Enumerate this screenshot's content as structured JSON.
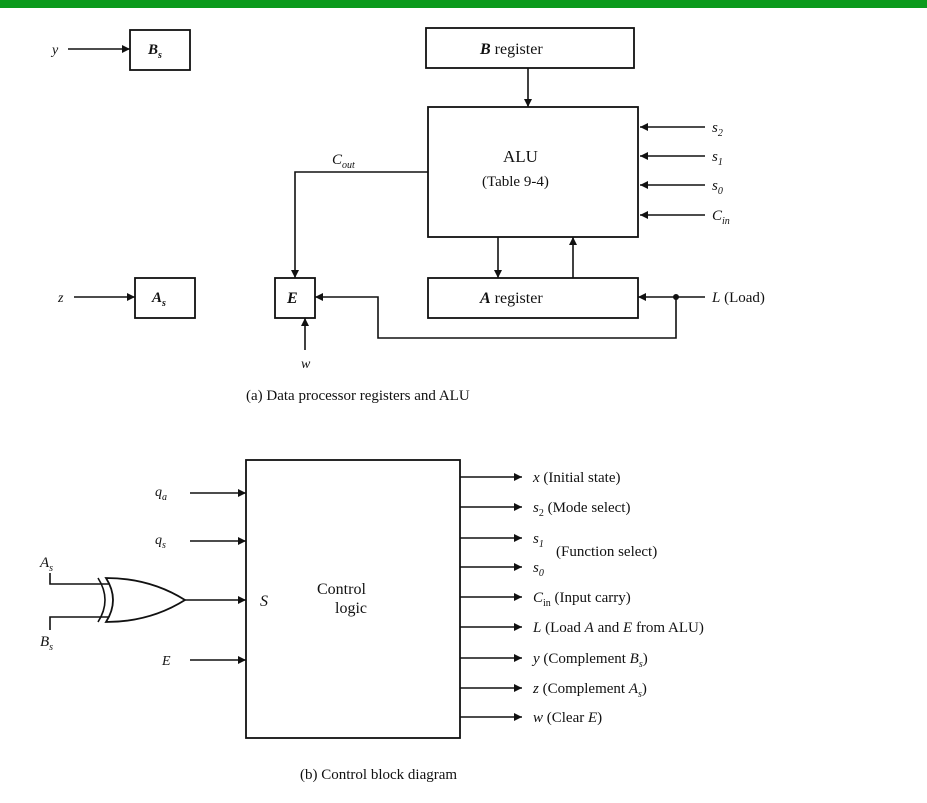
{
  "diagram_a": {
    "y_label": "y",
    "bs_label": "B",
    "bs_sub": "s",
    "b_register": {
      "var": "B",
      "text": " register"
    },
    "alu_title": "ALU",
    "alu_table": "(Table 9-4)",
    "s2": "s",
    "s2_sub": "2",
    "s1": "s",
    "s1_sub": "1",
    "s0": "s",
    "s0_sub": "0",
    "cin": "C",
    "cin_sub": "in",
    "cout": "C",
    "cout_sub": "out",
    "z_label": "z",
    "as_label": "A",
    "as_sub": "s",
    "e_label": "E",
    "w_label": "w",
    "a_register": {
      "var": "A",
      "text": " register"
    },
    "load_var": "L",
    "load_text": " (Load)",
    "caption": "(a) Data processor registers and ALU"
  },
  "diagram_b": {
    "qa": "q",
    "qa_sub": "a",
    "qs": "q",
    "qs_sub": "s",
    "as": "A",
    "as_sub": "s",
    "bs": "B",
    "bs_sub": "s",
    "e_input": "E",
    "s_input": "S",
    "control_line1": "Control",
    "control_line2": "logic",
    "outputs": {
      "x_var": "x",
      "x_text": " (Initial state)",
      "s2_var": "s",
      "s2_sub": "2",
      "s2_text": " (Mode select)",
      "s1_var": "s",
      "s1_sub": "1",
      "s0_var": "s",
      "s0_sub": "0",
      "function_select": "(Function select)",
      "cin_var": "C",
      "cin_sub": "in",
      "cin_text": " (Input carry)",
      "l_var": "L",
      "l_text1": " (Load ",
      "l_a": "A",
      "l_text2": " and ",
      "l_e": "E",
      "l_text3": " from ALU)",
      "y_var": "y",
      "y_text": " (Complement ",
      "y_b": "B",
      "y_sub": "s",
      "y_close": ")",
      "z_var": "z",
      "z_text": " (Complement ",
      "z_a": "A",
      "z_sub": "s",
      "z_close": ")",
      "w_var": "w",
      "w_text": " (Clear ",
      "w_e": "E",
      "w_close": ")"
    },
    "caption": "(b) Control block diagram"
  }
}
